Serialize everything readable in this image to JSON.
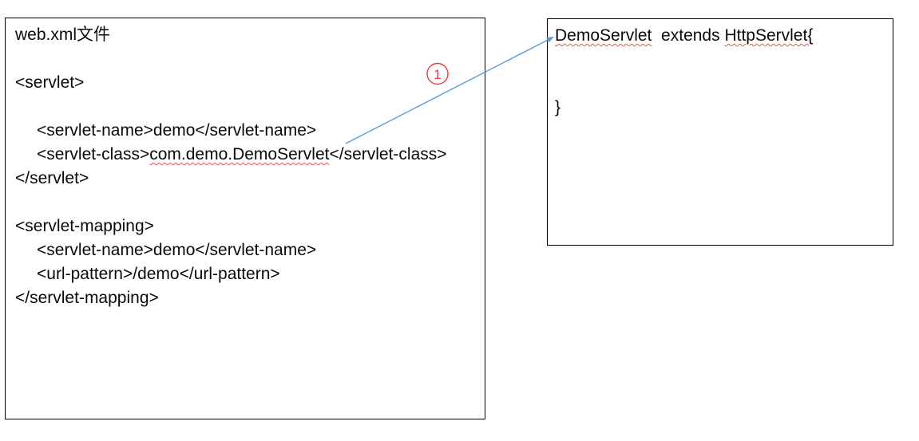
{
  "left_box": {
    "title": "web.xml文件",
    "servlet_open": "<servlet>",
    "servlet_name": "<servlet-name>demo</servlet-name>",
    "servlet_class_prefix": "<servlet-class>",
    "servlet_class_value": "com.demo.DemoServlet",
    "servlet_class_suffix": "</servlet-class>",
    "servlet_close": "</servlet>",
    "mapping_open": "<servlet-mapping>",
    "mapping_servlet_name": "<servlet-name>demo</servlet-name>",
    "url_pattern": "<url-pattern>/demo</url-pattern>",
    "mapping_close": "</servlet-mapping>"
  },
  "right_box": {
    "class_name": "DemoServlet",
    "extends_text": "  extends ",
    "superclass": "HttpServlet{",
    "closing_brace": "}"
  },
  "annotation": {
    "step_number": "1",
    "arrow_color": "#5b9bd5",
    "circle_color": "#ee3a36"
  }
}
